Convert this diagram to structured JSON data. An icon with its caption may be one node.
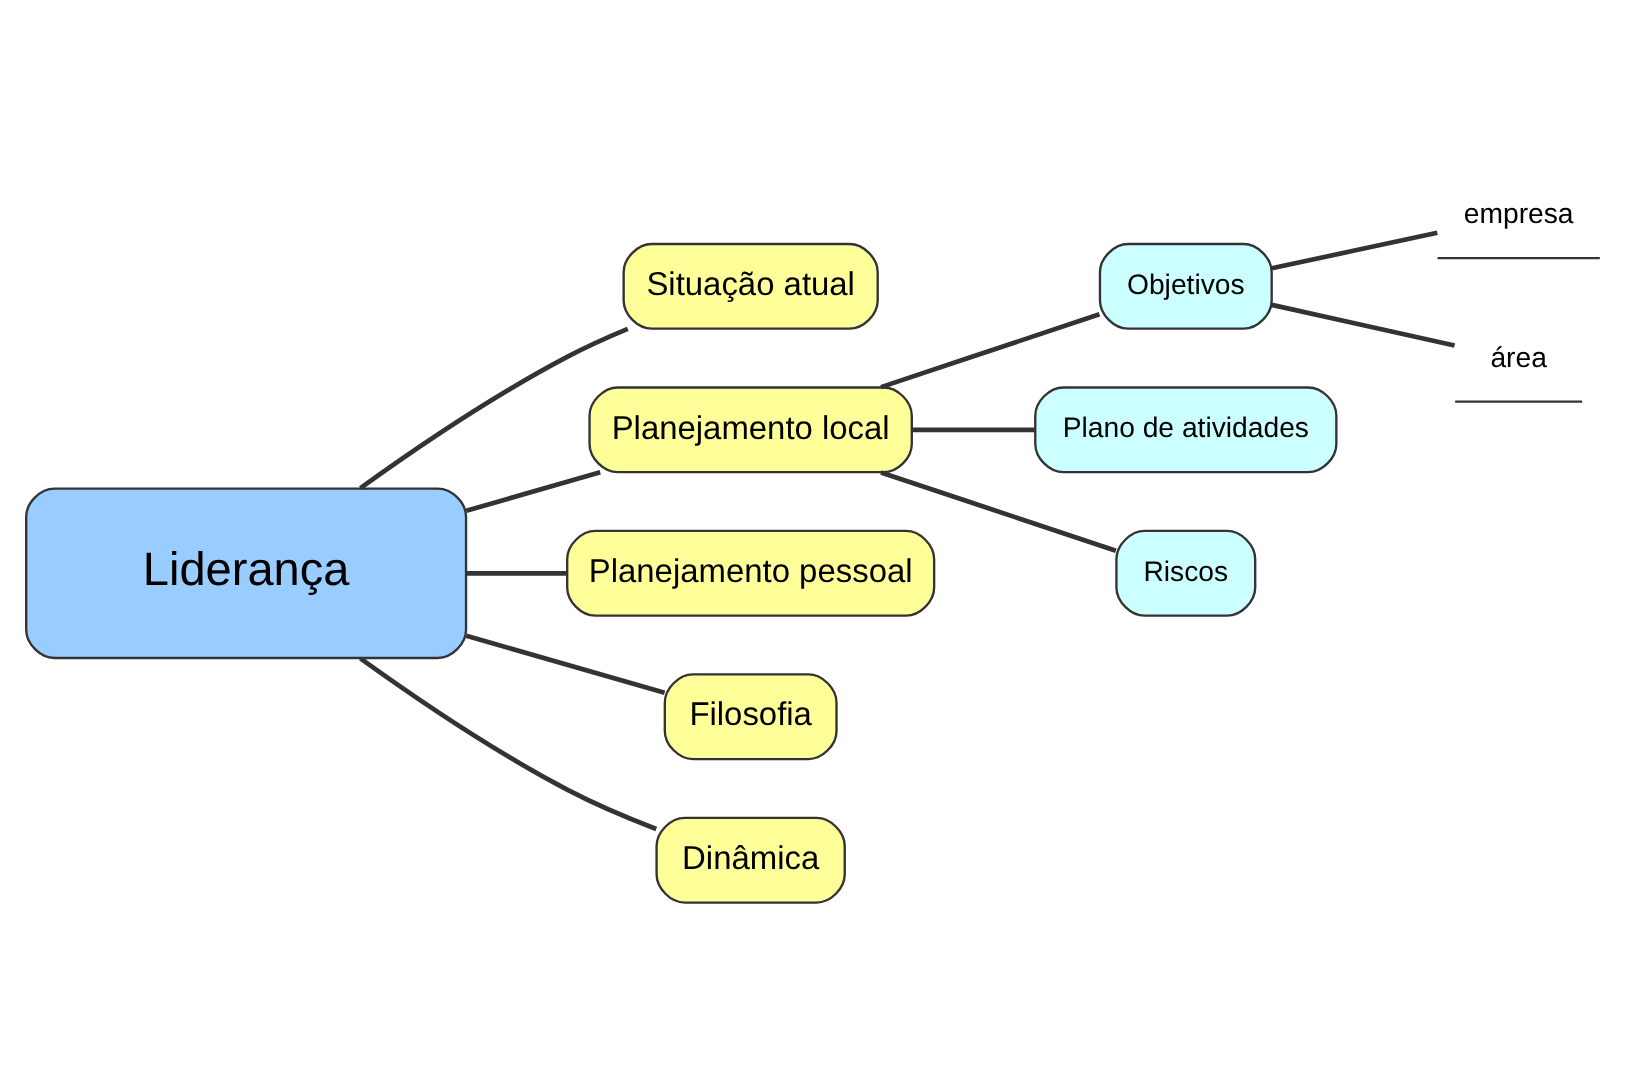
{
  "diagram": {
    "nodes": [
      {
        "text": [
          "Liderança"
        ]
      },
      {
        "text": [
          "Situação atual"
        ]
      },
      {
        "text": [
          "Planejamento local"
        ]
      },
      {
        "text": [
          "Objetivos"
        ]
      },
      {
        "text": [
          "empresa"
        ]
      },
      {
        "text": [
          "área"
        ]
      },
      {
        "text": [
          "Plano de atividades"
        ]
      },
      {
        "text": [
          "Riscos"
        ]
      },
      {
        "text": [
          "Planejamento pessoal"
        ]
      },
      {
        "text": [
          "Filosofia"
        ]
      },
      {
        "text": [
          "Dinâmica"
        ]
      }
    ],
    "edges": [
      {
        "from": 0,
        "to": 1,
        "arrow": "none"
      },
      {
        "from": 0,
        "to": 2,
        "arrow": "none"
      },
      {
        "from": 2,
        "to": 3,
        "arrow": "none"
      },
      {
        "from": 3,
        "to": 4,
        "arrow": "none"
      },
      {
        "from": 3,
        "to": 5,
        "arrow": "none"
      },
      {
        "from": 2,
        "to": 6,
        "arrow": "none"
      },
      {
        "from": 2,
        "to": 7,
        "arrow": "none"
      },
      {
        "from": 0,
        "to": 8,
        "arrow": "none"
      },
      {
        "from": 0,
        "to": 9,
        "arrow": "none"
      },
      {
        "from": 0,
        "to": 10,
        "arrow": "none"
      }
    ]
  }
}
